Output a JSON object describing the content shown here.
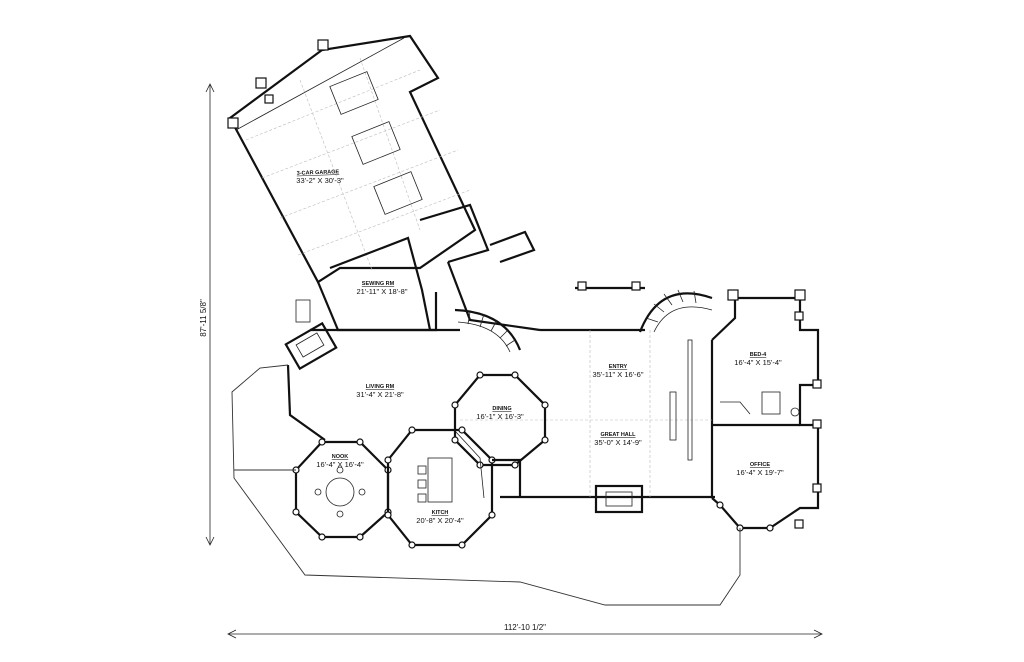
{
  "plan": {
    "overall_width": "112'-10 1/2\"",
    "overall_depth": "87'-11 5/8\"",
    "rooms": [
      {
        "id": "garage",
        "name": "3-CAR GARAGE",
        "size": "33'-2\" X 30'-3\""
      },
      {
        "id": "sewing",
        "name": "SEWING RM",
        "size": "21'-11\" X 18'-8\""
      },
      {
        "id": "living",
        "name": "LIVING RM",
        "size": "31'-4\" X 21'-8\""
      },
      {
        "id": "dining",
        "name": "DINING",
        "size": "16'-1\" X 16'-3\""
      },
      {
        "id": "entry",
        "name": "ENTRY",
        "size": "35'-11\" X 16'-6\""
      },
      {
        "id": "great-hall",
        "name": "GREAT HALL",
        "size": "35'-0\" X 14'-9\""
      },
      {
        "id": "nook",
        "name": "NOOK",
        "size": "16'-4\" X 16'-4\""
      },
      {
        "id": "kitchen",
        "name": "KITCH",
        "size": "20'-8\" X 20'-4\""
      },
      {
        "id": "bed",
        "name": "BED-4",
        "size": "16'-4\" X 15'-4\""
      },
      {
        "id": "office",
        "name": "OFFICE",
        "size": "16'-4\" X 19'-7\""
      }
    ]
  }
}
